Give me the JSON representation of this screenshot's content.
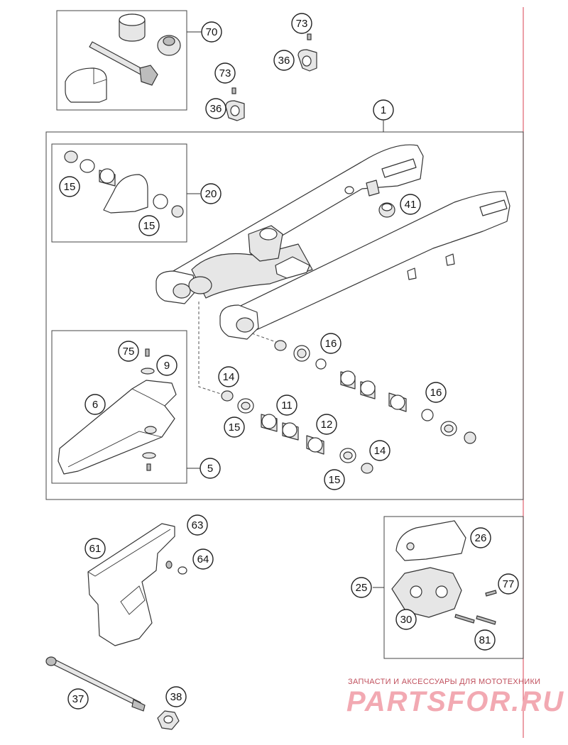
{
  "callouts": [
    "70",
    "73",
    "36",
    "73",
    "36",
    "1",
    "15",
    "20",
    "15",
    "41",
    "75",
    "9",
    "6",
    "16",
    "14",
    "11",
    "15",
    "12",
    "16",
    "14",
    "15",
    "5",
    "63",
    "61",
    "64",
    "26",
    "77",
    "25",
    "30",
    "81",
    "37",
    "38"
  ],
  "watermark": {
    "subtitle": "ЗАПЧАСТИ И АКСЕССУАРЫ ДЛЯ МОТОТЕХНИКИ",
    "logo": "PARTSFOR.RU"
  }
}
